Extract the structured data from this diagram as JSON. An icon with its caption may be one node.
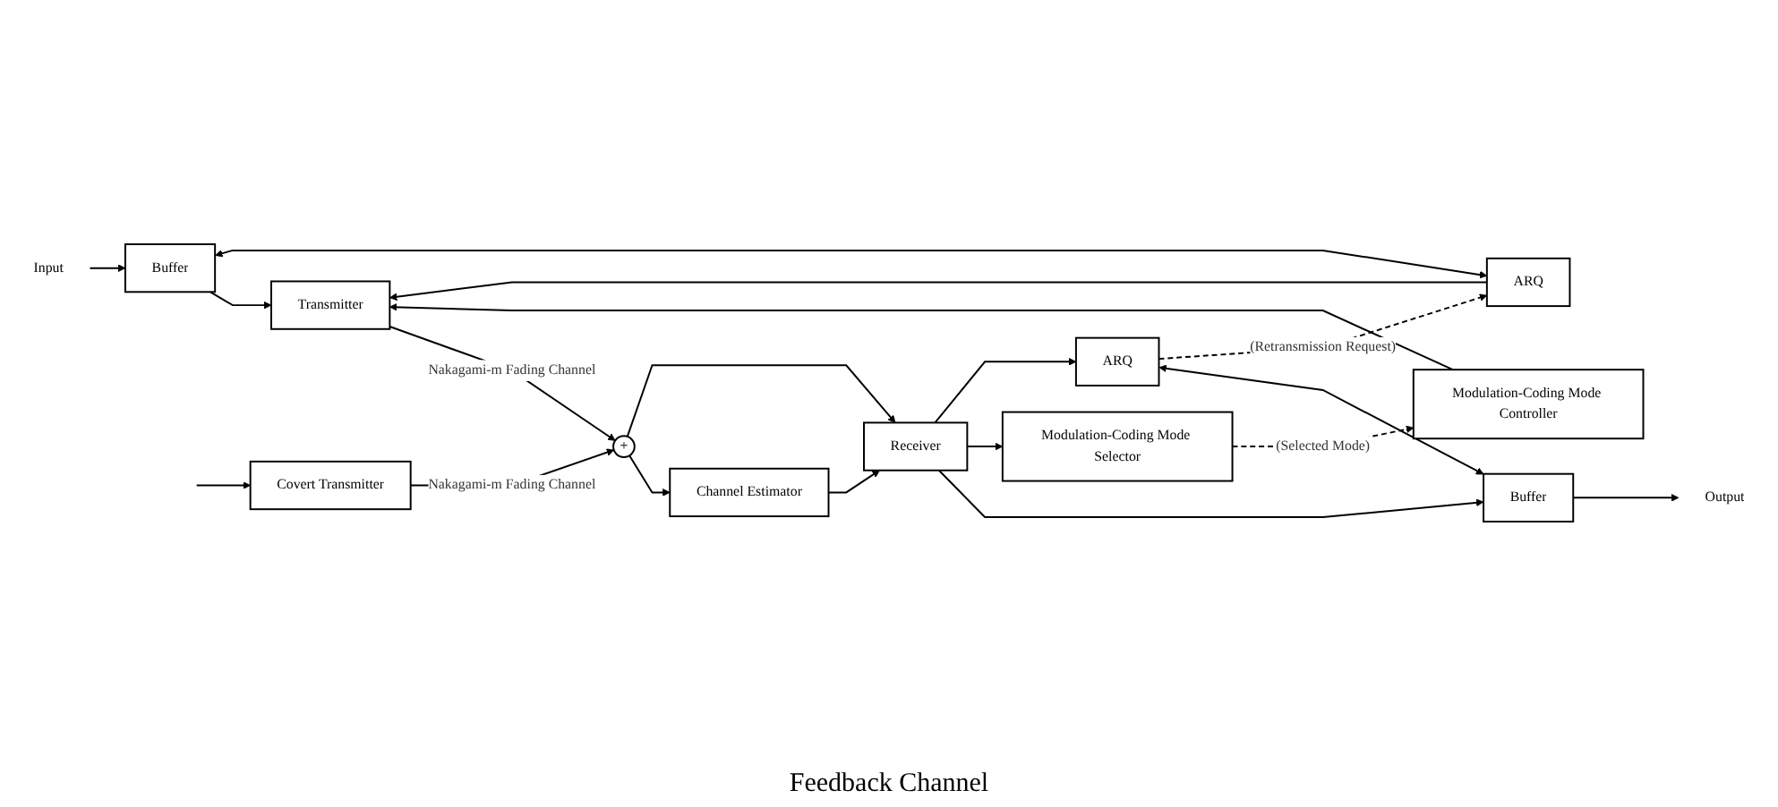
{
  "diagram": {
    "nodes": [
      {
        "text": [
          "Input"
        ]
      },
      {
        "text": [
          "Buffer"
        ]
      },
      {
        "text": [
          "Covert Transmitter"
        ]
      },
      {
        "text": [
          "Transmitter"
        ]
      },
      {
        "text": [
          "ARQ"
        ]
      },
      {
        "text": [
          "Modulation-Coding Mode Controller"
        ]
      },
      {
        "text": [
          "+"
        ]
      },
      {
        "text": [
          "Channel Estimator"
        ]
      },
      {
        "text": [
          "Receiver"
        ]
      },
      {
        "text": [
          "Buffer"
        ]
      },
      {
        "text": [
          "Output"
        ]
      },
      {
        "text": [
          "Modulation-Coding Mode Selector"
        ]
      },
      {
        "text": [
          "ARQ"
        ]
      }
    ],
    "edges": [
      {
        "from": 0,
        "to": 1,
        "arrow": "to"
      },
      {
        "from": 1,
        "to": 3,
        "arrow": "to"
      },
      {
        "from": null,
        "to": 2,
        "arrow": "to"
      },
      {
        "from": 2,
        "to": 6,
        "arrow": "to",
        "label": "Nakagami-m Fading Channel"
      },
      {
        "from": 3,
        "to": 6,
        "arrow": "to",
        "label": "Nakagami-m Fading Channel"
      },
      {
        "from": 6,
        "to": 7,
        "arrow": "to"
      },
      {
        "from": 6,
        "to": 8,
        "arrow": "to"
      },
      {
        "from": 7,
        "to": 8,
        "arrow": "to"
      },
      {
        "from": 8,
        "to": 9,
        "arrow": "to"
      },
      {
        "from": 9,
        "to": 10,
        "arrow": "to"
      },
      {
        "from": 1,
        "to": 4,
        "arrow": "both"
      },
      {
        "from": 4,
        "to": 3,
        "arrow": "to"
      },
      {
        "from": 5,
        "to": 3,
        "arrow": "to"
      },
      {
        "from": 8,
        "to": 11,
        "arrow": "to"
      },
      {
        "from": 8,
        "to": 12,
        "arrow": "to"
      },
      {
        "from": 12,
        "to": 9,
        "arrow": "both"
      },
      {
        "from": 11,
        "to": 5,
        "arrow": "to",
        "style": "dashed",
        "label": "(Selected Mode)"
      },
      {
        "from": 12,
        "to": 4,
        "arrow": "to",
        "style": "dashed",
        "label": "(Retransmission Request)"
      }
    ],
    "labels": [
      "Feedback Channel"
    ]
  }
}
